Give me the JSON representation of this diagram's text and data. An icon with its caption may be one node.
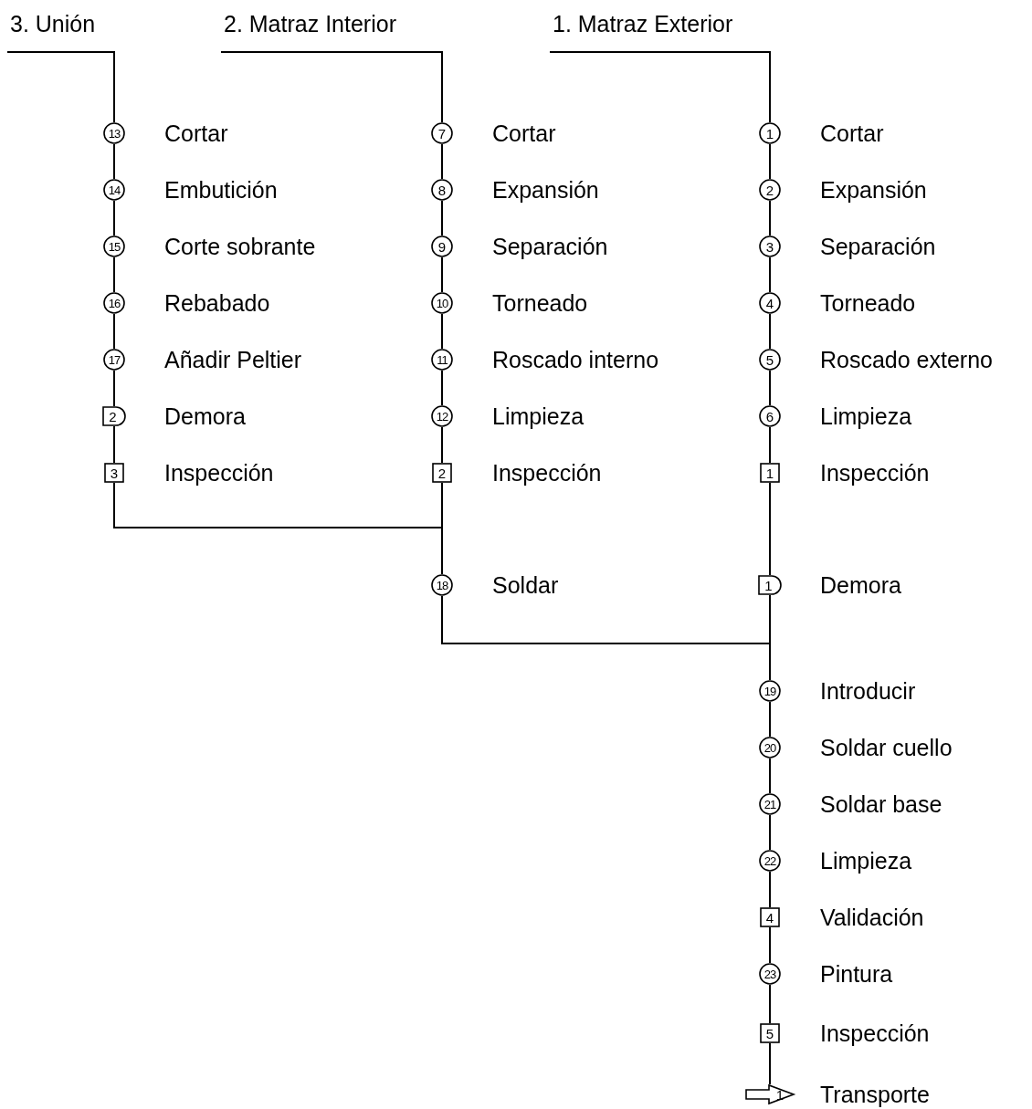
{
  "diagram": {
    "nodes": [
      {
        "text": [
          "3. Unión"
        ]
      },
      {
        "text": [
          "2. Matraz Interior"
        ]
      },
      {
        "text": [
          "1. Matraz Exterior"
        ]
      },
      {
        "text": [
          "13"
        ],
        "beside": [
          "Cortar"
        ]
      },
      {
        "text": [
          "14"
        ],
        "beside": [
          "Embutición"
        ]
      },
      {
        "text": [
          "15"
        ],
        "beside": [
          "Corte sobrante"
        ]
      },
      {
        "text": [
          "16"
        ],
        "beside": [
          "Rebabado"
        ]
      },
      {
        "text": [
          "17"
        ],
        "beside": [
          "Añadir Peltier"
        ]
      },
      {
        "text": [
          "2"
        ],
        "beside": [
          "Demora"
        ]
      },
      {
        "text": [
          "3"
        ],
        "beside": [
          "Inspección"
        ]
      },
      {
        "text": [
          "7"
        ],
        "beside": [
          "Cortar"
        ]
      },
      {
        "text": [
          "8"
        ],
        "beside": [
          "Expansión"
        ]
      },
      {
        "text": [
          "9"
        ],
        "beside": [
          "Separación"
        ]
      },
      {
        "text": [
          "10"
        ],
        "beside": [
          "Torneado"
        ]
      },
      {
        "text": [
          "11"
        ],
        "beside": [
          "Roscado interno"
        ]
      },
      {
        "text": [
          "12"
        ],
        "beside": [
          "Limpieza"
        ]
      },
      {
        "text": [
          "2"
        ],
        "beside": [
          "Inspección"
        ]
      },
      {
        "text": [
          "1"
        ],
        "beside": [
          "Cortar"
        ]
      },
      {
        "text": [
          "2"
        ],
        "beside": [
          "Expansión"
        ]
      },
      {
        "text": [
          "3"
        ],
        "beside": [
          "Separación"
        ]
      },
      {
        "text": [
          "4"
        ],
        "beside": [
          "Torneado"
        ]
      },
      {
        "text": [
          "5"
        ],
        "beside": [
          "Roscado externo"
        ]
      },
      {
        "text": [
          "6"
        ],
        "beside": [
          "Limpieza"
        ]
      },
      {
        "text": [
          "1"
        ],
        "beside": [
          "Inspección"
        ]
      },
      {
        "text": [
          "18"
        ],
        "beside": [
          "Soldar"
        ]
      },
      {
        "text": [
          "1"
        ],
        "beside": [
          "Demora"
        ]
      },
      {
        "text": [
          "19"
        ],
        "beside": [
          "Introducir"
        ]
      },
      {
        "text": [
          "20"
        ],
        "beside": [
          "Soldar cuello"
        ]
      },
      {
        "text": [
          "21"
        ],
        "beside": [
          "Soldar base"
        ]
      },
      {
        "text": [
          "22"
        ],
        "beside": [
          "Limpieza"
        ]
      },
      {
        "text": [
          "4"
        ],
        "beside": [
          "Validación"
        ]
      },
      {
        "text": [
          "23"
        ],
        "beside": [
          "Pintura"
        ]
      },
      {
        "text": [
          "5"
        ],
        "beside": [
          "Inspección"
        ]
      },
      {
        "text": [
          "1"
        ],
        "beside": [
          "Transporte"
        ]
      }
    ],
    "edges": [
      {
        "from": 0,
        "to": 3,
        "arrow": "none"
      },
      {
        "from": 3,
        "to": 4,
        "arrow": "none"
      },
      {
        "from": 4,
        "to": 5,
        "arrow": "none"
      },
      {
        "from": 5,
        "to": 6,
        "arrow": "none"
      },
      {
        "from": 6,
        "to": 7,
        "arrow": "none"
      },
      {
        "from": 7,
        "to": 8,
        "arrow": "none"
      },
      {
        "from": 8,
        "to": 9,
        "arrow": "none"
      },
      {
        "from": 1,
        "to": 10,
        "arrow": "none"
      },
      {
        "from": 10,
        "to": 11,
        "arrow": "none"
      },
      {
        "from": 11,
        "to": 12,
        "arrow": "none"
      },
      {
        "from": 12,
        "to": 13,
        "arrow": "none"
      },
      {
        "from": 13,
        "to": 14,
        "arrow": "none"
      },
      {
        "from": 14,
        "to": 15,
        "arrow": "none"
      },
      {
        "from": 15,
        "to": 16,
        "arrow": "none"
      },
      {
        "from": 2,
        "to": 17,
        "arrow": "none"
      },
      {
        "from": 17,
        "to": 18,
        "arrow": "none"
      },
      {
        "from": 18,
        "to": 19,
        "arrow": "none"
      },
      {
        "from": 19,
        "to": 20,
        "arrow": "none"
      },
      {
        "from": 20,
        "to": 21,
        "arrow": "none"
      },
      {
        "from": 21,
        "to": 22,
        "arrow": "none"
      },
      {
        "from": 22,
        "to": 23,
        "arrow": "none"
      },
      {
        "from": 9,
        "to": 24,
        "arrow": "none"
      },
      {
        "from": 16,
        "to": 24,
        "arrow": "none"
      },
      {
        "from": 23,
        "to": 25,
        "arrow": "none"
      },
      {
        "from": 24,
        "to": 26,
        "arrow": "none"
      },
      {
        "from": 25,
        "to": 26,
        "arrow": "none"
      },
      {
        "from": 26,
        "to": 27,
        "arrow": "none"
      },
      {
        "from": 27,
        "to": 28,
        "arrow": "none"
      },
      {
        "from": 28,
        "to": 29,
        "arrow": "none"
      },
      {
        "from": 29,
        "to": 30,
        "arrow": "none"
      },
      {
        "from": 30,
        "to": 31,
        "arrow": "none"
      },
      {
        "from": 31,
        "to": 32,
        "arrow": "none"
      },
      {
        "from": 32,
        "to": 33,
        "arrow": "none"
      }
    ]
  }
}
